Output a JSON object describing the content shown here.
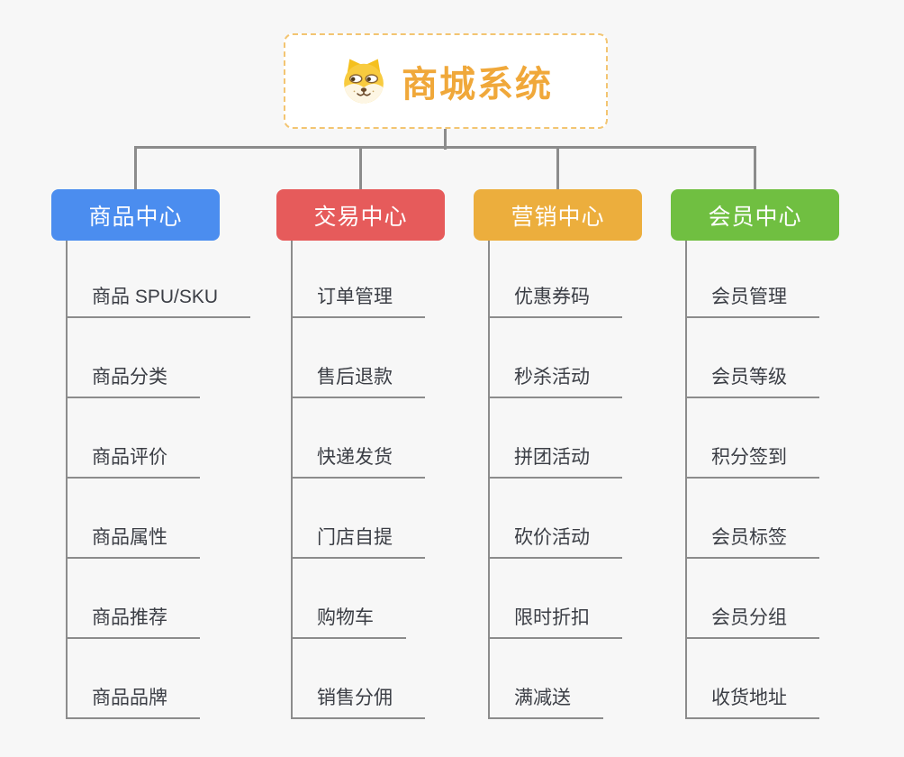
{
  "root": {
    "title": "商城系统",
    "title_color": "#F0A83A",
    "border_color": "#F3C572",
    "icon": "dog-icon"
  },
  "connector_color": "#8C8C8C",
  "background_color": "#F7F7F7",
  "branches": [
    {
      "label": "商品中心",
      "color": "#4B8DEF",
      "children": [
        "商品 SPU/SKU",
        "商品分类",
        "商品评价",
        "商品属性",
        "商品推荐",
        "商品品牌"
      ]
    },
    {
      "label": "交易中心",
      "color": "#E65B5B",
      "children": [
        "订单管理",
        "售后退款",
        "快递发货",
        "门店自提",
        "购物车",
        "销售分佣"
      ]
    },
    {
      "label": "营销中心",
      "color": "#ECAE3D",
      "children": [
        "优惠券码",
        "秒杀活动",
        "拼团活动",
        "砍价活动",
        "限时折扣",
        "满减送"
      ]
    },
    {
      "label": "会员中心",
      "color": "#70BF41",
      "children": [
        "会员管理",
        "会员等级",
        "积分签到",
        "会员标签",
        "会员分组",
        "收货地址"
      ]
    }
  ]
}
